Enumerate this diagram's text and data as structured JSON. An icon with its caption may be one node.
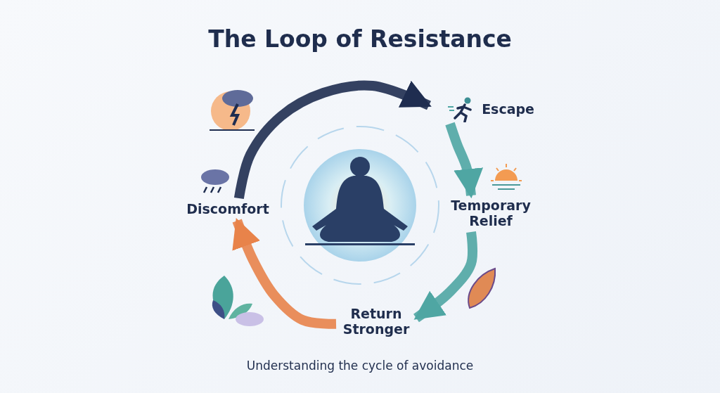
{
  "diagram": {
    "title": "The Loop of Resistance",
    "caption": "Understanding the cycle of avoidance",
    "nodes": [
      {
        "text": [
          "Discomfort"
        ]
      },
      {
        "text": [
          "Escape"
        ]
      },
      {
        "text": [
          "Temporary Relief"
        ]
      },
      {
        "text": [
          "Return Stronger"
        ]
      }
    ],
    "edges": [
      {
        "from": 0,
        "to": 1,
        "arrow": "to",
        "color": "#1f2d50"
      },
      {
        "from": 1,
        "to": 2,
        "arrow": "to"
      },
      {
        "from": 2,
        "to": 3,
        "arrow": "to"
      },
      {
        "from": 3,
        "to": 0,
        "arrow": "to",
        "color": "#e8834a"
      }
    ]
  }
}
